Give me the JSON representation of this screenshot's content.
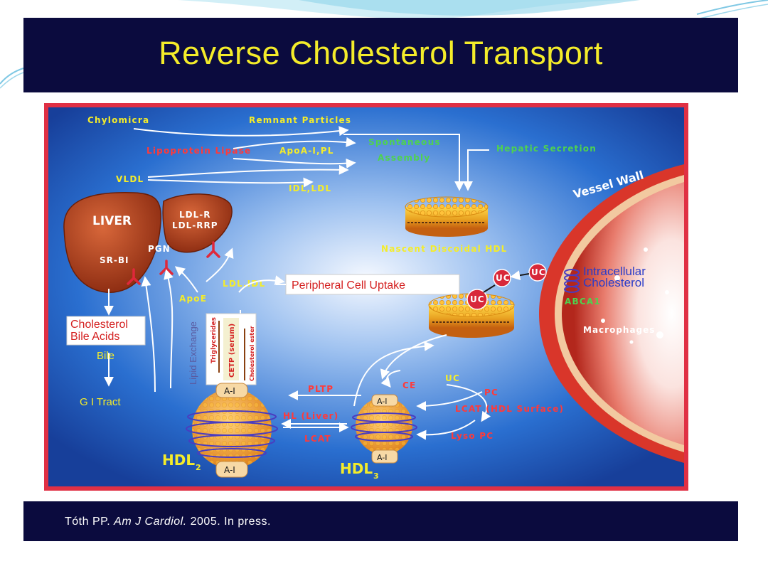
{
  "slide": {
    "title": "Reverse Cholesterol Transport",
    "citation": {
      "author": "Tóth PP.",
      "journal": "Am J Cardiol.",
      "rest": "2005. In press."
    }
  },
  "diagram": {
    "chylomicra": "Chylomicra",
    "remnant_particles": "Remnant Particles",
    "lipoprotein_lipase": "Lipoprotein Lipase",
    "apoa_lpl": "ApoA-I,PL",
    "spontaneous": "Spontaneous",
    "assembly": "Assembly",
    "hepatic_secretion": "Hepatic Secretion",
    "vldl": "VLDL",
    "idl_ldl": "IDL,LDL",
    "vessel_wall": "Vessel Wall",
    "liver": "LIVER",
    "ldl_r": "LDL-R",
    "ldl_rrp": "LDL-RRP",
    "pgn": "PGN",
    "sr_bi": "SR-BI",
    "nascent_hdl": "Nascent Discoidal HDL",
    "intracellular_line1": "Intracellular",
    "intracellular_line2": "Cholesterol",
    "uc": "UC",
    "abca1": "ABCA1",
    "macrophages": "Macrophages",
    "ldl_idl": "LDL,IDL",
    "apoe": "ApoE",
    "peripheral_uptake": "Peripheral Cell Uptake",
    "cholesterol": "Cholesterol",
    "bile_acids": "Bile Acids",
    "bile": "Bile",
    "gi_tract": "G I Tract",
    "lipid_exchange": "Lipid Exchange",
    "triglycerides": "Triglycerides",
    "cetp": "CETP (serum)",
    "cholesterol_ester": "Cholesterol ester",
    "ce": "CE",
    "pltp": "PLTP",
    "pc": "PC",
    "hl_liver": "HL (Liver)",
    "lcat": "LCAT",
    "lcat_surface": "LCAT (HDL Surface)",
    "lyso_pc": "Lyso PC",
    "a1": "A-I",
    "hdl": "HDL",
    "hdl2_sub": "2",
    "hdl3_sub": "3"
  },
  "colors": {
    "title_bar": "#0b0b3e",
    "title_text": "#f4ec2a",
    "frame": "#e03044",
    "diagram_bg": "#2a6fd0",
    "liver": "#b8431c",
    "hdl_particle": "#f0a030",
    "label_yellow": "#f4ec2a",
    "label_green": "#4fd24f",
    "label_red": "#ff3a3a"
  }
}
